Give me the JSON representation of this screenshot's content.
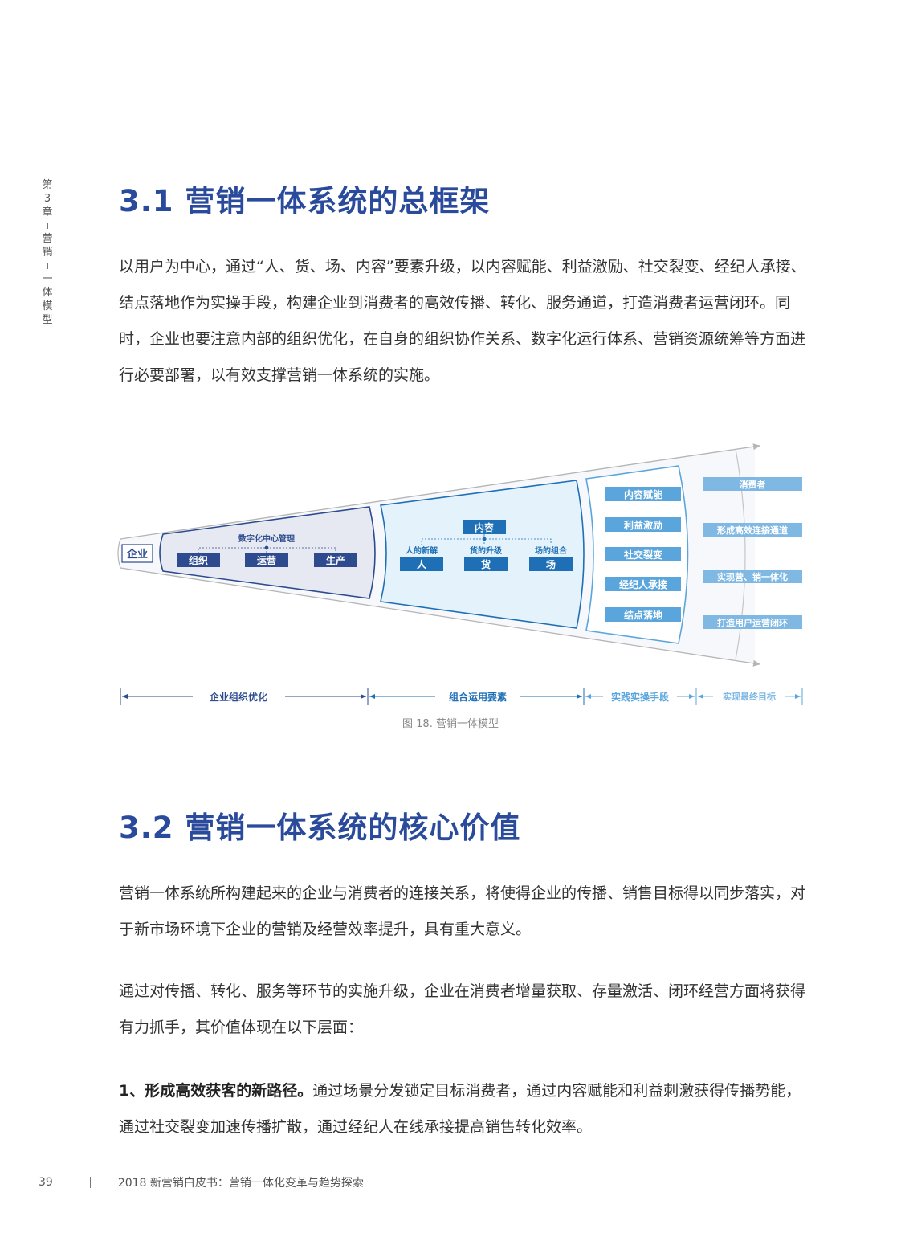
{
  "side_tab": [
    "第",
    "3",
    "章",
    "营",
    "销",
    "一",
    "体",
    "模",
    "型"
  ],
  "section1": {
    "title": "3.1 营销一体系统的总框架",
    "paragraph": "以用户为中心，通过“人、货、场、内容”要素升级，以内容赋能、利益激励、社交裂变、经纪人承接、结点落地作为实操手段，构建企业到消费者的高效传播、转化、服务通道，打造消费者运营闭环。同时，企业也要注意内部的组织优化，在自身的组织协作关系、数字化运行体系、营销资源统筹等方面进行必要部署，以有效支撑营销一体系统的实施。"
  },
  "figure": {
    "enterprise": "企业",
    "digital_mgmt": "数字化中心管理",
    "org_items": [
      "组织",
      "运营",
      "生产"
    ],
    "content": "内容",
    "element_labels": [
      "人的新解",
      "货的升级",
      "场的组合"
    ],
    "element_items": [
      "人",
      "货",
      "场"
    ],
    "means": [
      "内容赋能",
      "利益激励",
      "社交裂变",
      "经纪人承接",
      "结点落地"
    ],
    "goals": [
      "消费者",
      "形成高效连接通道",
      "实现营、销一体化",
      "打造用户运营闭环"
    ],
    "phases": [
      "企业组织优化",
      "组合运用要素",
      "实践实操手段",
      "实现最终目标"
    ],
    "colors": {
      "dark_blue": "#2d4b8e",
      "mid_blue": "#1f6fb6",
      "light_blue": "#5aa6dc",
      "org_fill": "#e6e9f1",
      "elem_fill": "#e4f3fb",
      "title_blue": "#2a4a9b"
    },
    "caption": "图 18.  营销一体模型"
  },
  "section2": {
    "title": "3.2 营销一体系统的核心价值",
    "p1": "营销一体系统所构建起来的企业与消费者的连接关系，将使得企业的传播、销售目标得以同步落实，对于新市场环境下企业的营销及经营效率提升，具有重大意义。",
    "p2": "通过对传播、转化、服务等环节的实施升级，企业在消费者增量获取、存量激活、闭环经营方面将获得有力抓手，其价值体现在以下层面：",
    "p3_bold": "1、形成高效获客的新路径。",
    "p3_text": "通过场景分发锁定目标消费者，通过内容赋能和利益刺激获得传播势能，通过社交裂变加速传播扩散，通过经纪人在线承接提高销售转化效率。"
  },
  "footer": {
    "page_number": "39",
    "title": "2018 新营销白皮书：营销一体化变革与趋势探索"
  }
}
